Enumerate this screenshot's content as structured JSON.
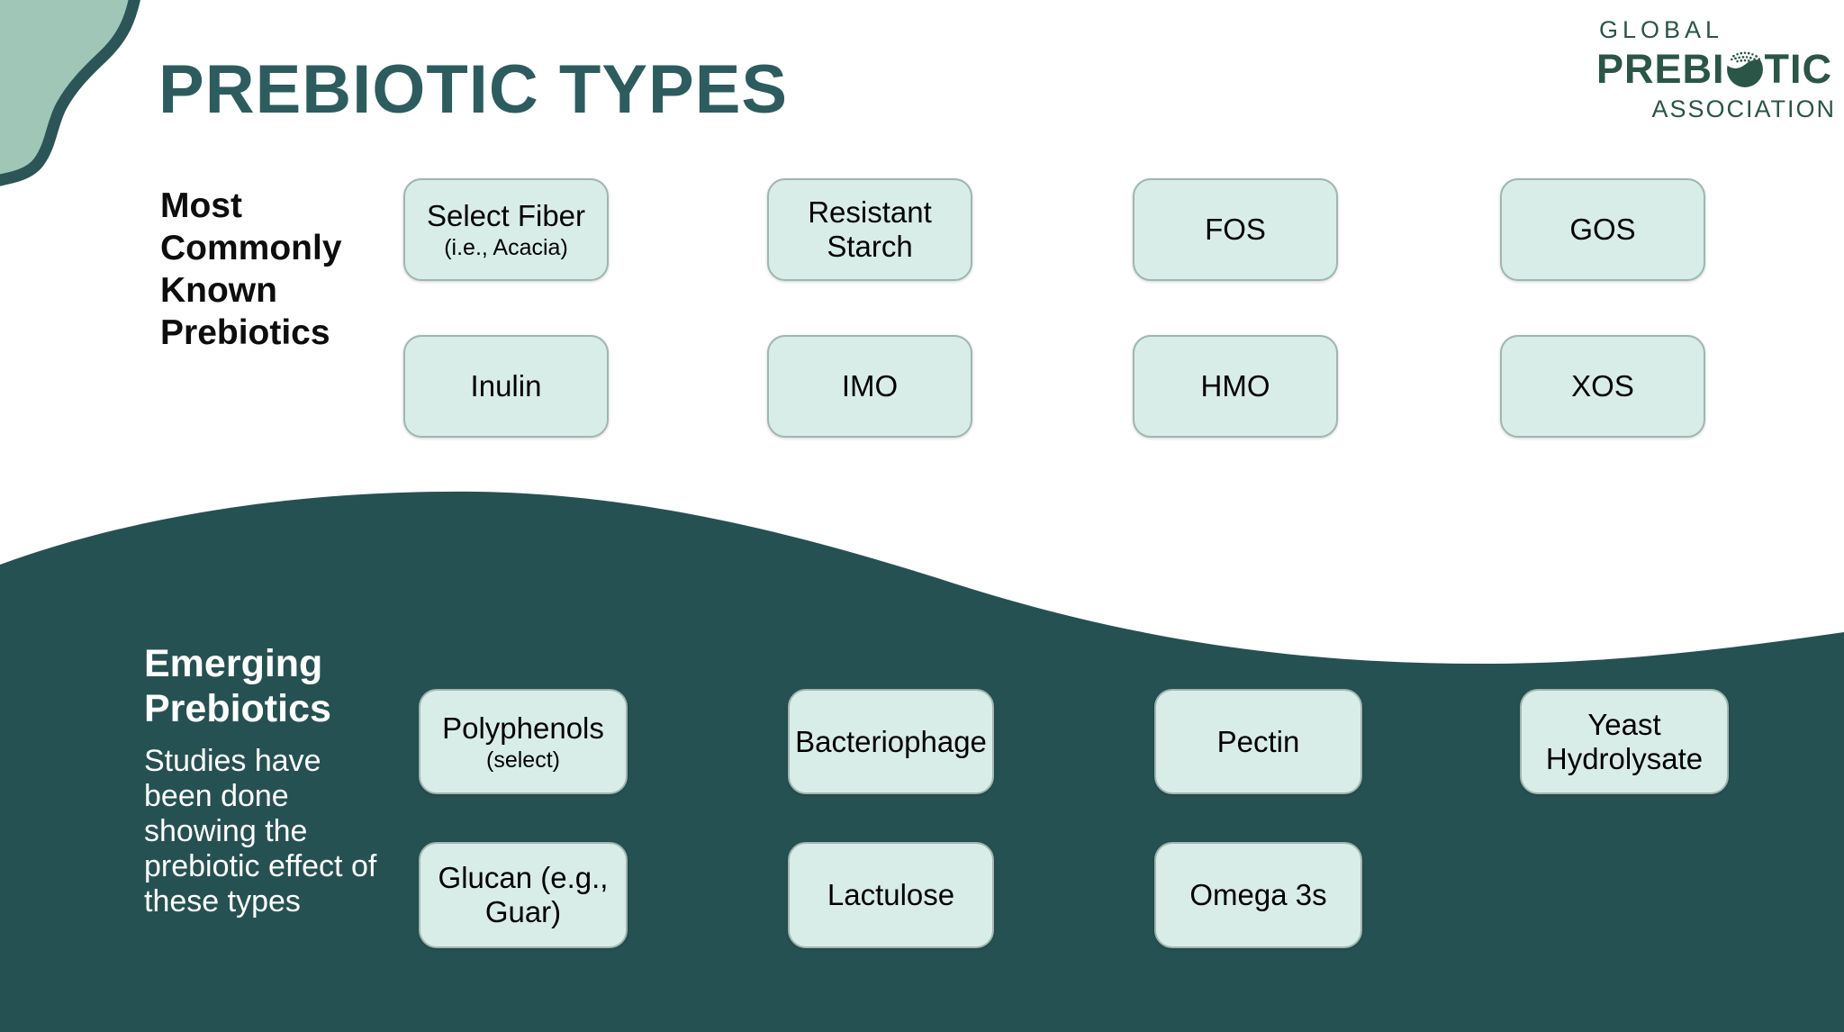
{
  "title": "PREBIOTIC TYPES",
  "logo": {
    "top": "GLOBAL",
    "main_left": "PREBI",
    "main_right": "TIC",
    "bottom": "ASSOCIATION",
    "o_icon": "microbiome-sphere-icon"
  },
  "colors": {
    "title_teal": "#2d5c5f",
    "teal_dark": "#265152",
    "box_fill": "#d9ede8",
    "box_border": "#9fb6b1",
    "blob_fill": "#9fc6b6",
    "blob_stroke": "#2b5557",
    "logo_green": "#2a5547",
    "text_light": "#ffffff"
  },
  "sections": {
    "known": {
      "label_lines": [
        "Most",
        "Commonly",
        "Known",
        "Prebiotics"
      ],
      "boxes": [
        {
          "label": "Select Fiber",
          "sub": "(i.e., Acacia)"
        },
        {
          "label": "Resistant Starch"
        },
        {
          "label": "FOS"
        },
        {
          "label": "GOS"
        },
        {
          "label": "Inulin"
        },
        {
          "label": "IMO"
        },
        {
          "label": "HMO"
        },
        {
          "label": "XOS"
        }
      ]
    },
    "emerging": {
      "heading_lines": [
        "Emerging",
        "Prebiotics"
      ],
      "body_lines": [
        "Studies have",
        "been done",
        "showing the",
        "prebiotic effect of",
        "these types"
      ],
      "boxes": [
        {
          "label": "Polyphenols",
          "sub": "(select)"
        },
        {
          "label": "Bacteriophage"
        },
        {
          "label": "Pectin"
        },
        {
          "label": "Yeast Hydrolysate"
        },
        {
          "label": "Glucan (e.g., Guar)"
        },
        {
          "label": "Lactulose"
        },
        {
          "label": "Omega 3s"
        }
      ]
    }
  }
}
